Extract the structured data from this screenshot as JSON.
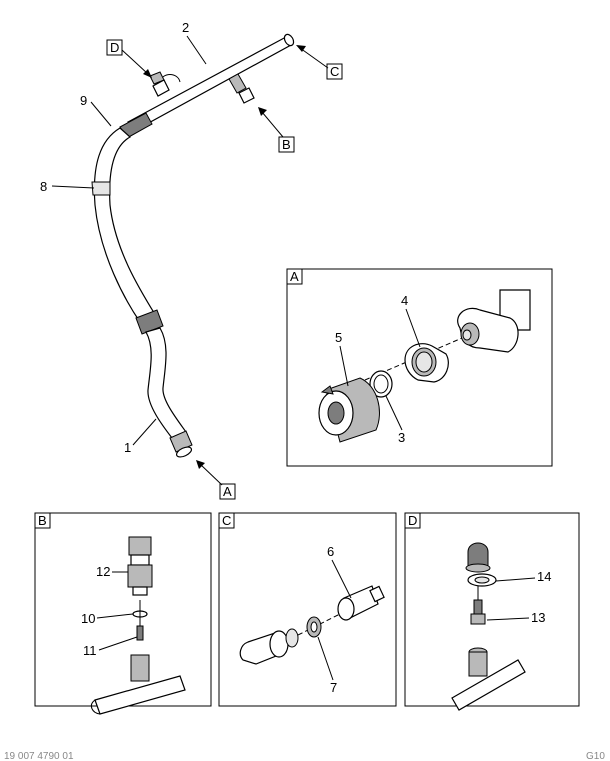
{
  "callouts": {
    "c1": "1",
    "c2": "2",
    "c3": "3",
    "c4": "4",
    "c5": "5",
    "c6": "6",
    "c7": "7",
    "c8": "8",
    "c9": "9",
    "c10": "10",
    "c11": "11",
    "c12": "12",
    "c13": "13",
    "c14": "14"
  },
  "view_labels": {
    "A": "A",
    "B": "B",
    "C": "C",
    "D": "D"
  },
  "panel_titles": {
    "A": "A",
    "B": "B",
    "C": "C",
    "D": "D"
  },
  "footer": {
    "left": "19 007 4790 01",
    "right": "G10"
  },
  "colors": {
    "line": "#000000",
    "shade_dark": "#7d7d7d",
    "shade_mid": "#b9b9b9",
    "shade_light": "#e6e6e6"
  }
}
